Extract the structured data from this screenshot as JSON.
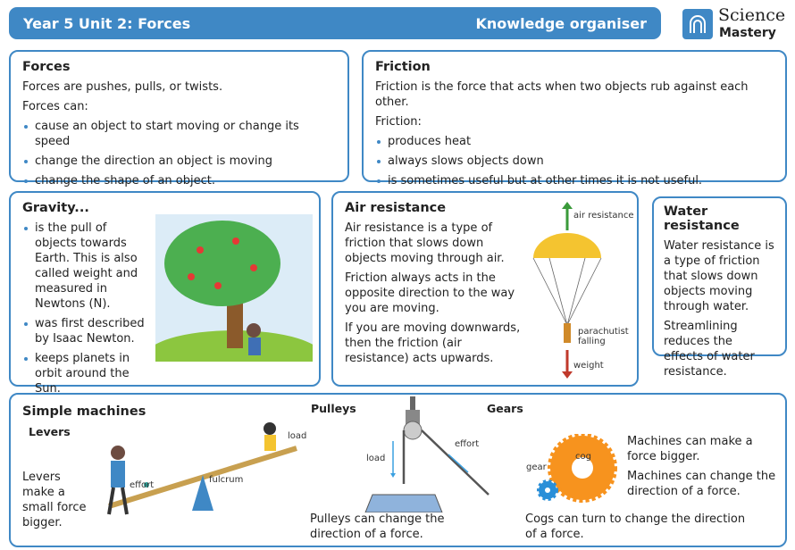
{
  "header": {
    "title": "Year 5 Unit 2: Forces",
    "subtitle": "Knowledge organiser",
    "logo_line1": "Science",
    "logo_line2": "Mastery"
  },
  "forces": {
    "title": "Forces",
    "intro": "Forces are pushes, pulls, or twists.",
    "lead": "Forces can:",
    "items": [
      "cause an object to start moving or change its speed",
      "change the direction an object is moving",
      "change the shape of an object."
    ]
  },
  "friction": {
    "title": "Friction",
    "intro": "Friction is the force that acts when two objects rub against each other.",
    "lead": "Friction:",
    "items": [
      "produces heat",
      "always slows objects down",
      "is sometimes useful but at other times it is not useful."
    ]
  },
  "gravity": {
    "title": "Gravity...",
    "items": [
      "is the pull of objects towards Earth. This is also called weight and measured in Newtons (N).",
      "was first described by Isaac Newton.",
      "keeps planets in orbit around the Sun."
    ]
  },
  "air": {
    "title": "Air resistance",
    "p1": "Air resistance is a type of friction that slows down objects moving through air.",
    "p2": "Friction always acts in the opposite direction to the way you are moving.",
    "p3": "If you are moving downwards, then the friction (air resistance) acts upwards.",
    "label_air": "air resistance",
    "label_para": "parachutist falling",
    "label_weight": "weight"
  },
  "water": {
    "title": "Water resistance",
    "p1": "Water resistance is a type of friction that slows down objects moving through water.",
    "p2": "Streamlining reduces the effects of water resistance."
  },
  "machines": {
    "title": "Simple machines",
    "levers_title": "Levers",
    "levers_text": "Levers make a small force bigger.",
    "lever_effort": "effort",
    "lever_fulcrum": "fulcrum",
    "lever_load": "load",
    "pulleys_title": "Pulleys",
    "pulley_load": "load",
    "pulley_effort": "effort",
    "pulleys_text": "Pulleys can change the direction of a force.",
    "gears_title": "Gears",
    "gear_label": "gear",
    "cog_label": "cog",
    "gears_p1": "Machines can make a force bigger.",
    "gears_p2": "Machines can change the direction of a force.",
    "gears_p3": "Cogs can turn to change the direction of a force."
  }
}
